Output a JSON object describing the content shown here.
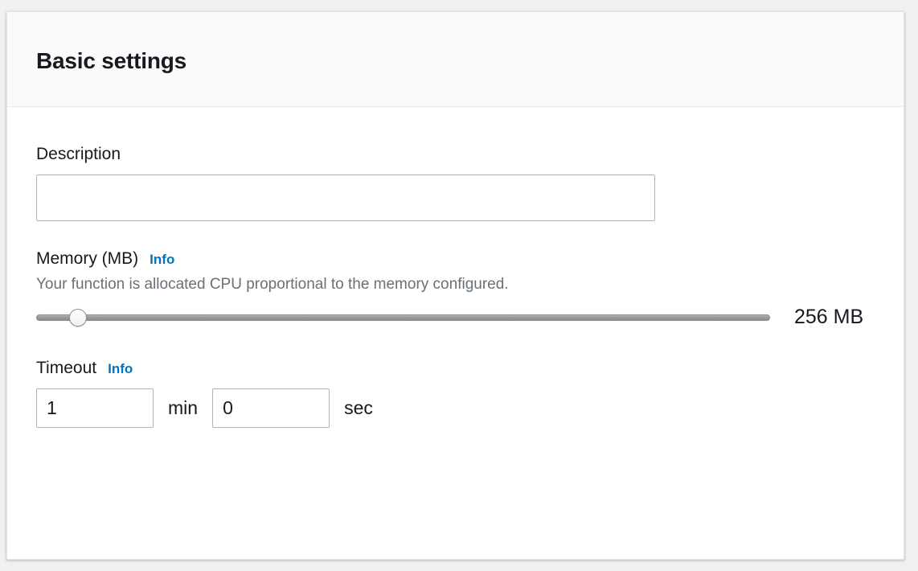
{
  "panel": {
    "title": "Basic settings"
  },
  "fields": {
    "description": {
      "label": "Description",
      "value": "",
      "placeholder": ""
    },
    "memory": {
      "label": "Memory (MB)",
      "info_label": "Info",
      "hint": "Your function is allocated CPU proportional to the memory configured.",
      "value": 256,
      "min": 128,
      "max": 10240,
      "step": 1,
      "value_display": "256 MB"
    },
    "timeout": {
      "label": "Timeout",
      "info_label": "Info",
      "minutes": "1",
      "minutes_unit": "min",
      "seconds": "0",
      "seconds_unit": "sec"
    }
  },
  "colors": {
    "page_background": "#eff0f0",
    "panel_background": "#ffffff",
    "header_background": "#fafafa",
    "text_primary": "#16191f",
    "text_secondary": "#687078",
    "link": "#0073bb",
    "input_border": "#aab7b8"
  }
}
